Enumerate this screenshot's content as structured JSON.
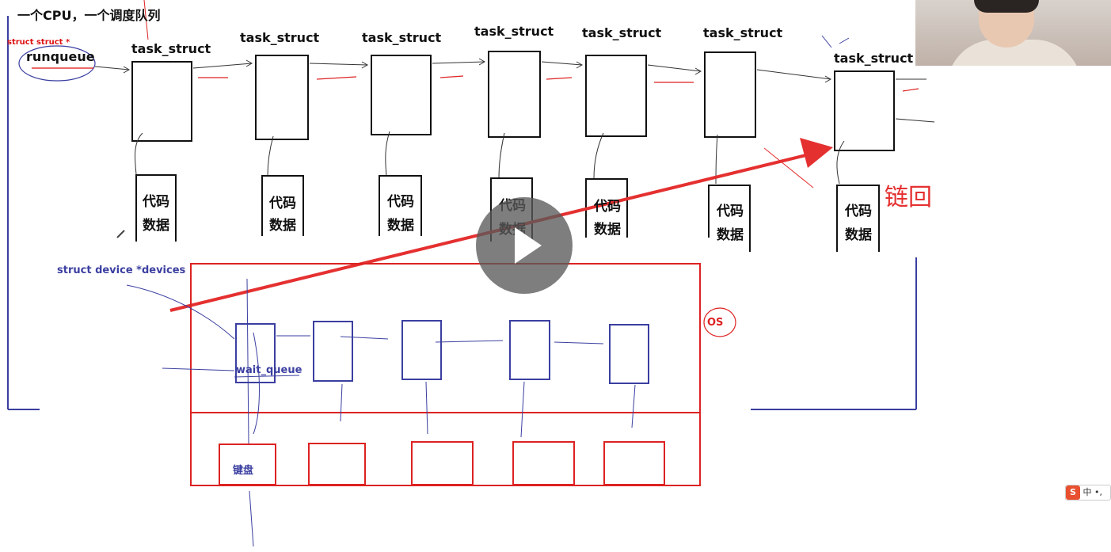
{
  "title": "一个CPU，一个调度队列",
  "runqueue_label": "runqueue",
  "red_note": "struct struct *",
  "task_label": "task_struct",
  "code_label": "代码",
  "data_label": "数据",
  "devices_label": "struct device *devices",
  "wait_queue_label": "wait_queue",
  "keyboard_label": "键盘",
  "os_label": "OS",
  "relink_label": "链回",
  "ime_label": "中 •,",
  "colors": {
    "red": "#e53030",
    "blue": "#3b3fa0",
    "black": "#111111"
  },
  "icons": [
    "play-icon",
    "pencil-icon",
    "sogou-ime-icon"
  ]
}
